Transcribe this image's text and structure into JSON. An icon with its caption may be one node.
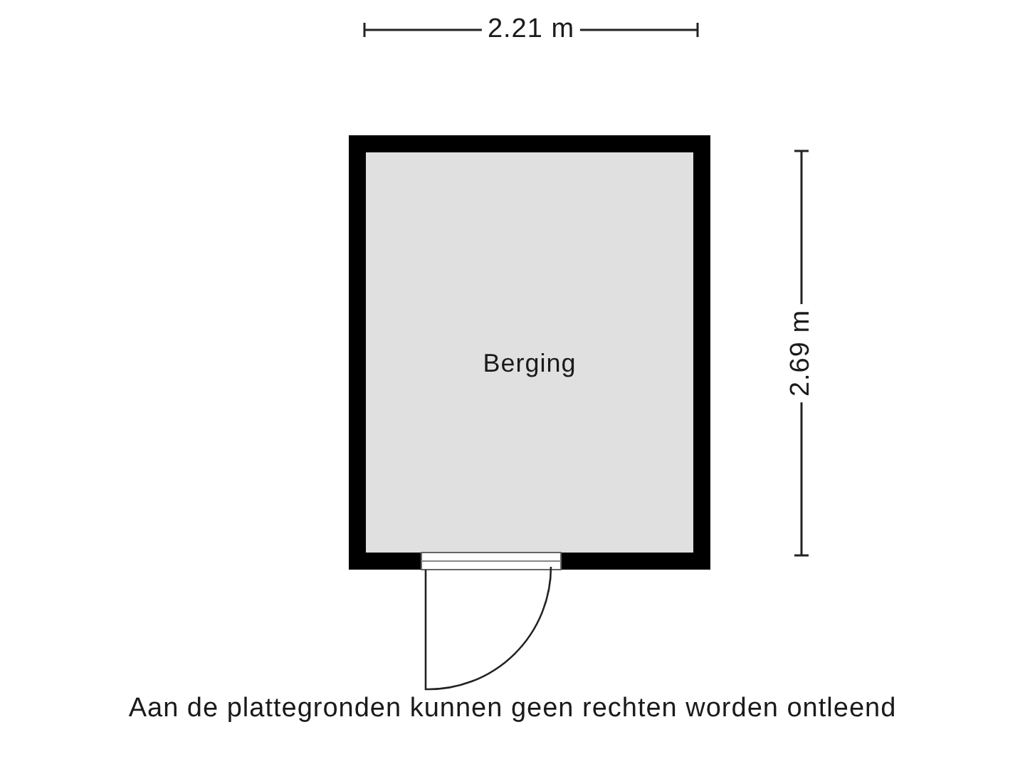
{
  "diagram": {
    "nodes": [
      {
        "text": [
          "Berging"
        ]
      }
    ],
    "labels": [
      "2.21 m",
      "2.69 m",
      "Aan de plattegronden kunnen geen rechten worden ontleend"
    ]
  }
}
